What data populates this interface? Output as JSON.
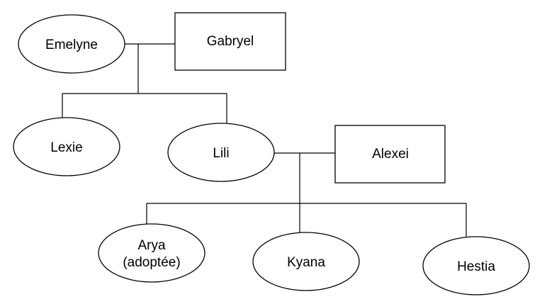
{
  "diagram": {
    "nodes": {
      "emelyne": {
        "label": "Emelyne",
        "shape": "ellipse"
      },
      "gabryel": {
        "label": "Gabryel",
        "shape": "rectangle"
      },
      "lexie": {
        "label": "Lexie",
        "shape": "ellipse"
      },
      "lili": {
        "label": "Lili",
        "shape": "ellipse"
      },
      "alexei": {
        "label": "Alexei",
        "shape": "rectangle"
      },
      "arya": {
        "label_line1": "Arya",
        "label_line2": "(adoptée)",
        "shape": "ellipse"
      },
      "kyana": {
        "label": "Kyana",
        "shape": "ellipse"
      },
      "hestia": {
        "label": "Hestia",
        "shape": "ellipse"
      }
    },
    "couples": [
      {
        "partners": [
          "emelyne",
          "gabryel"
        ],
        "children": [
          "lexie",
          "lili"
        ]
      },
      {
        "partners": [
          "lili",
          "alexei"
        ],
        "children": [
          "arya",
          "kyana",
          "hestia"
        ]
      }
    ],
    "colors": {
      "stroke": "#000000",
      "fill": "#ffffff",
      "background": "#ffffff"
    }
  }
}
